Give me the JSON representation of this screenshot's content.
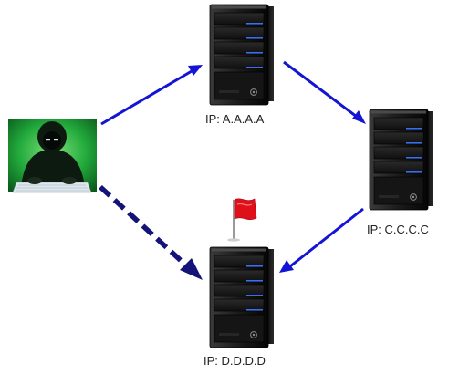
{
  "diagram": {
    "attacker_icon": "hooded-hacker-at-keyboard",
    "flag_icon": "red-flag",
    "colors": {
      "arrow": "#1414d4",
      "flag": "#e0101a",
      "server_led": "#3a6df0",
      "hacker_background": "#19a535"
    },
    "servers": [
      {
        "id": "A",
        "label": "IP: A.A.A.A"
      },
      {
        "id": "C",
        "label": "IP: C.C.C.C"
      },
      {
        "id": "D",
        "label": "IP: D.D.D.D"
      }
    ],
    "connections": [
      {
        "from": "attacker",
        "to": "A",
        "style": "solid"
      },
      {
        "from": "A",
        "to": "C",
        "style": "solid"
      },
      {
        "from": "C",
        "to": "D",
        "style": "solid"
      },
      {
        "from": "attacker",
        "to": "D",
        "style": "dashed"
      }
    ]
  }
}
